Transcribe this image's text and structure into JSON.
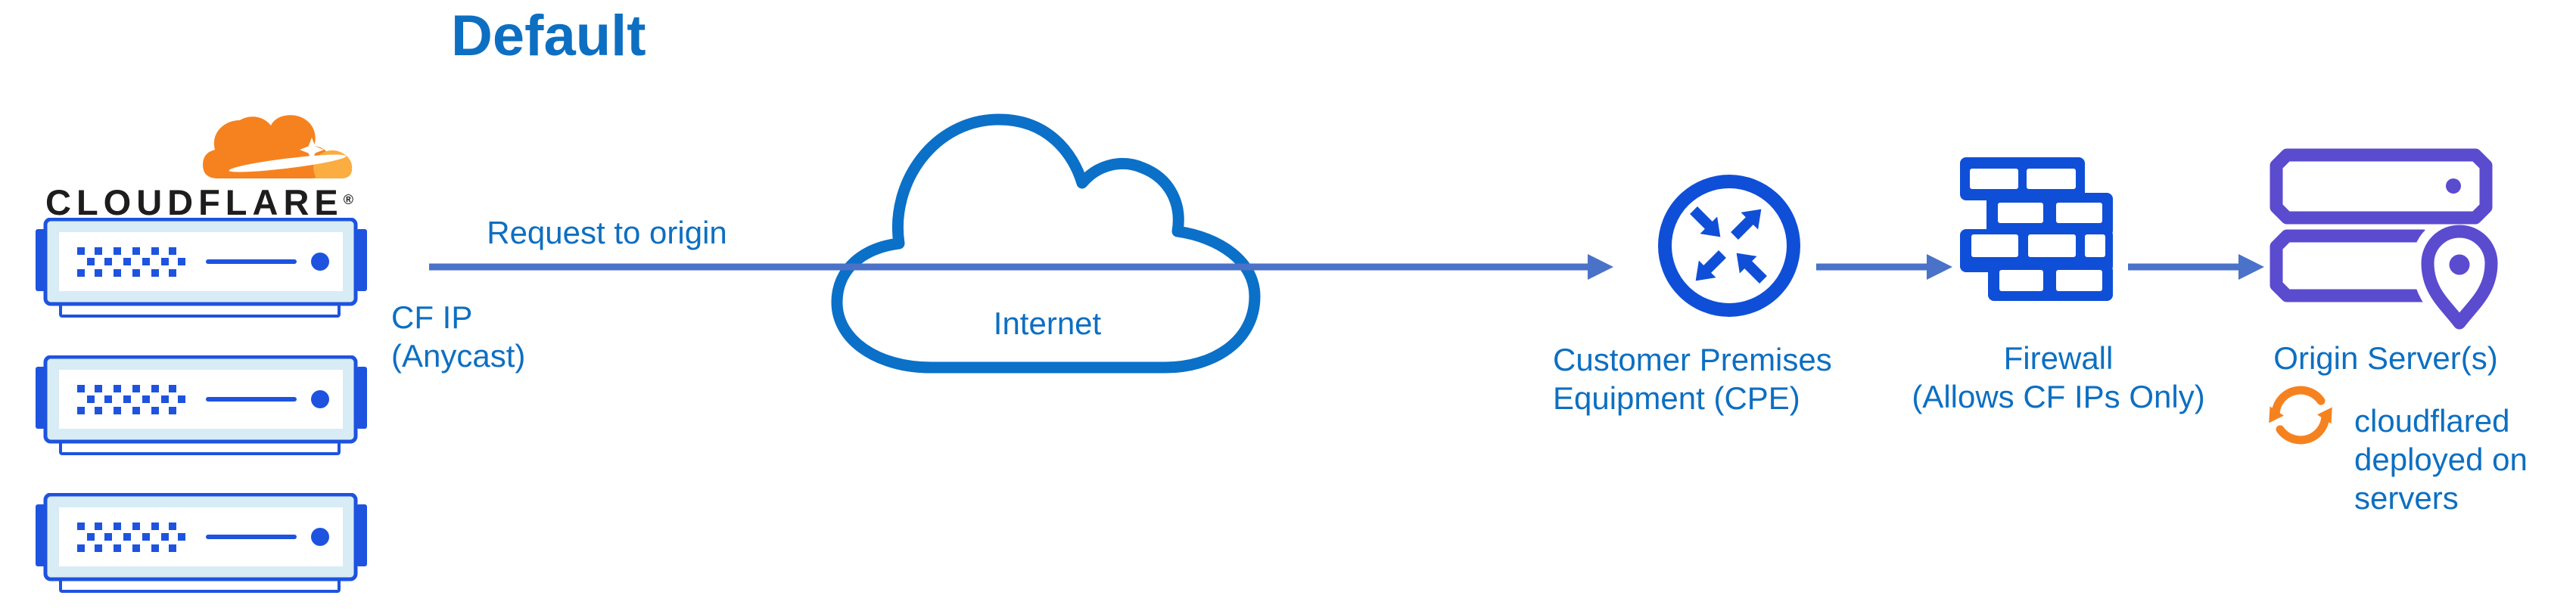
{
  "title": "Default",
  "brand": {
    "name": "CLOUDFLARE",
    "reg": "®"
  },
  "labels": {
    "request_to_origin": "Request to origin",
    "cf_ip": "CF IP\n(Anycast)",
    "internet": "Internet",
    "cpe": "Customer Premises\nEquipment (CPE)",
    "firewall": "Firewall\n(Allows CF IPs Only)",
    "origin": "Origin Server(s)",
    "cloudflared": "cloudflared\ndeployed on\nservers"
  },
  "servers": {
    "count": 3
  },
  "icons": {
    "logo": "cloudflare-logo",
    "edge_servers": "server-rack-icon",
    "internet": "cloud-icon",
    "cpe": "router-arrows-icon",
    "firewall": "brick-wall-icon",
    "origin": "servers-location-pin-icon",
    "cloudflared": "sync-arrows-icon",
    "flow": "right-arrow-connector"
  },
  "colors": {
    "label_blue": "#0d6fc2",
    "connector_blue": "#4a72c8",
    "icon_blue": "#0f4fd8",
    "server_blue": "#1d53df",
    "server_fill": "#d8ecf6",
    "cloud_stroke": "#0b70c8",
    "origin_purple": "#5b4bcf",
    "cloudflare_orange": "#f6821f",
    "cloudflare_orange_light": "#fbad41",
    "logo_text": "#1d1d1d"
  }
}
